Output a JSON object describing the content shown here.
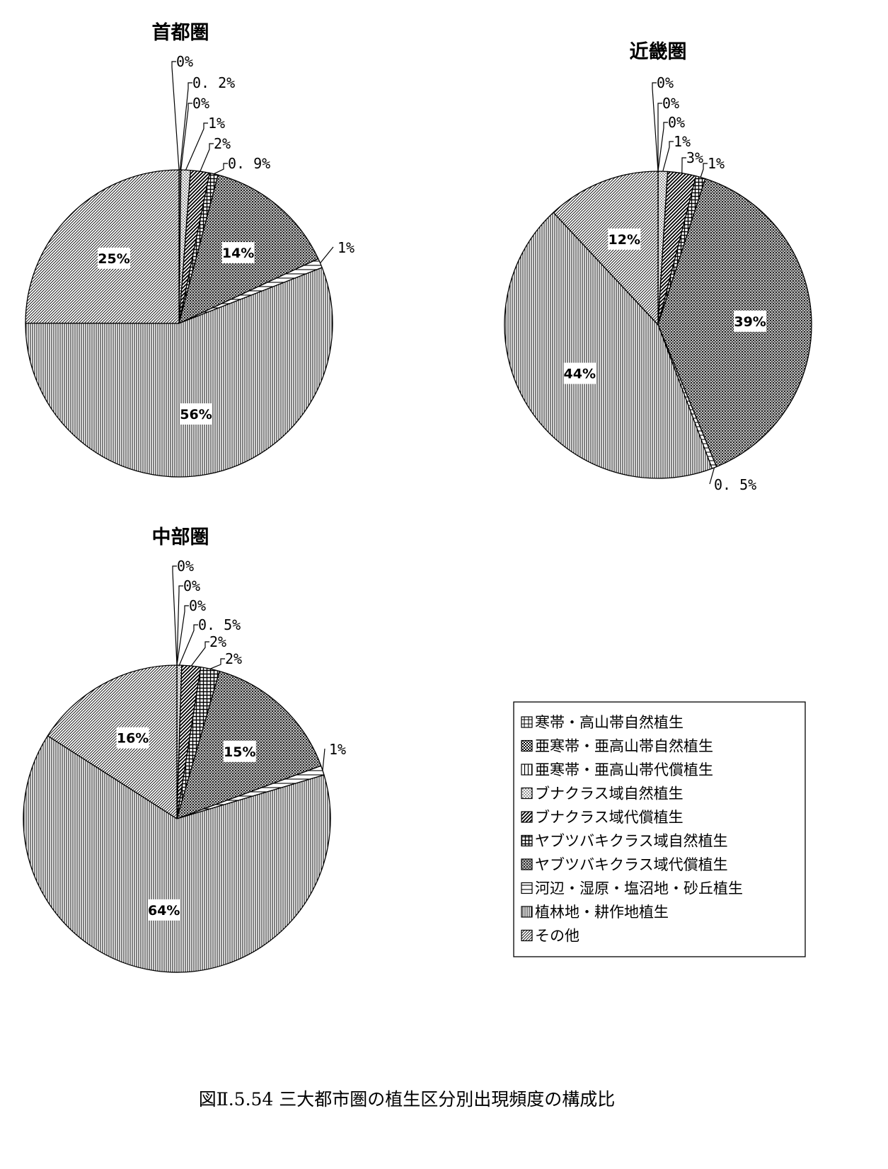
{
  "figure": {
    "caption": "図Ⅱ.5.54 三大都市圏の植生区分別出現頻度の構成比"
  },
  "legend": {
    "entries": [
      "寒帯・高山帯自然植生",
      "亜寒帯・亜高山帯自然植生",
      "亜寒帯・亜高山帯代償植生",
      "ブナクラス域自然植生",
      "ブナクラス域代償植生",
      "ヤブツバキクラス域自然植生",
      "ヤブツバキクラス域代償植生",
      "河辺・湿原・塩沼地・砂丘植生",
      "植林地・耕作地植生",
      "その他"
    ]
  },
  "chart_data": [
    {
      "type": "pie",
      "title": "首都圏",
      "categories": [
        "寒帯・高山帯自然植生",
        "亜寒帯・亜高山帯自然植生",
        "亜寒帯・亜高山帯代償植生",
        "ブナクラス域自然植生",
        "ブナクラス域代償植生",
        "ヤブツバキクラス域自然植生",
        "ヤブツバキクラス域代償植生",
        "河辺・湿原・塩沼地・砂丘植生",
        "植林地・耕作地植生",
        "その他"
      ],
      "values": [
        0,
        0.2,
        0,
        1,
        2,
        0.9,
        14,
        1,
        56,
        25
      ],
      "labels": [
        "0%",
        "0. 2%",
        "0%",
        "1%",
        "2%",
        "0. 9%",
        "14%",
        "1%",
        "56%",
        "25%"
      ]
    },
    {
      "type": "pie",
      "title": "近畿圏",
      "categories": [
        "寒帯・高山帯自然植生",
        "亜寒帯・亜高山帯自然植生",
        "亜寒帯・亜高山帯代償植生",
        "ブナクラス域自然植生",
        "ブナクラス域代償植生",
        "ヤブツバキクラス域自然植生",
        "ヤブツバキクラス域代償植生",
        "河辺・湿原・塩沼地・砂丘植生",
        "植林地・耕作地植生",
        "その他"
      ],
      "values": [
        0,
        0,
        0,
        1,
        3,
        1,
        39,
        0.5,
        44,
        12
      ],
      "labels": [
        "0%",
        "0%",
        "0%",
        "1%",
        "3%",
        "1%",
        "39%",
        "0. 5%",
        "44%",
        "12%"
      ]
    },
    {
      "type": "pie",
      "title": "中部圏",
      "categories": [
        "寒帯・高山帯自然植生",
        "亜寒帯・亜高山帯自然植生",
        "亜寒帯・亜高山帯代償植生",
        "ブナクラス域自然植生",
        "ブナクラス域代償植生",
        "ヤブツバキクラス域自然植生",
        "ヤブツバキクラス域代償植生",
        "河辺・湿原・塩沼地・砂丘植生",
        "植林地・耕作地植生",
        "その他"
      ],
      "values": [
        0,
        0,
        0,
        0.5,
        2,
        2,
        15,
        1,
        64,
        16
      ],
      "labels": [
        "0%",
        "0%",
        "0%",
        "0. 5%",
        "2%",
        "2%",
        "15%",
        "1%",
        "64%",
        "16%"
      ]
    }
  ]
}
